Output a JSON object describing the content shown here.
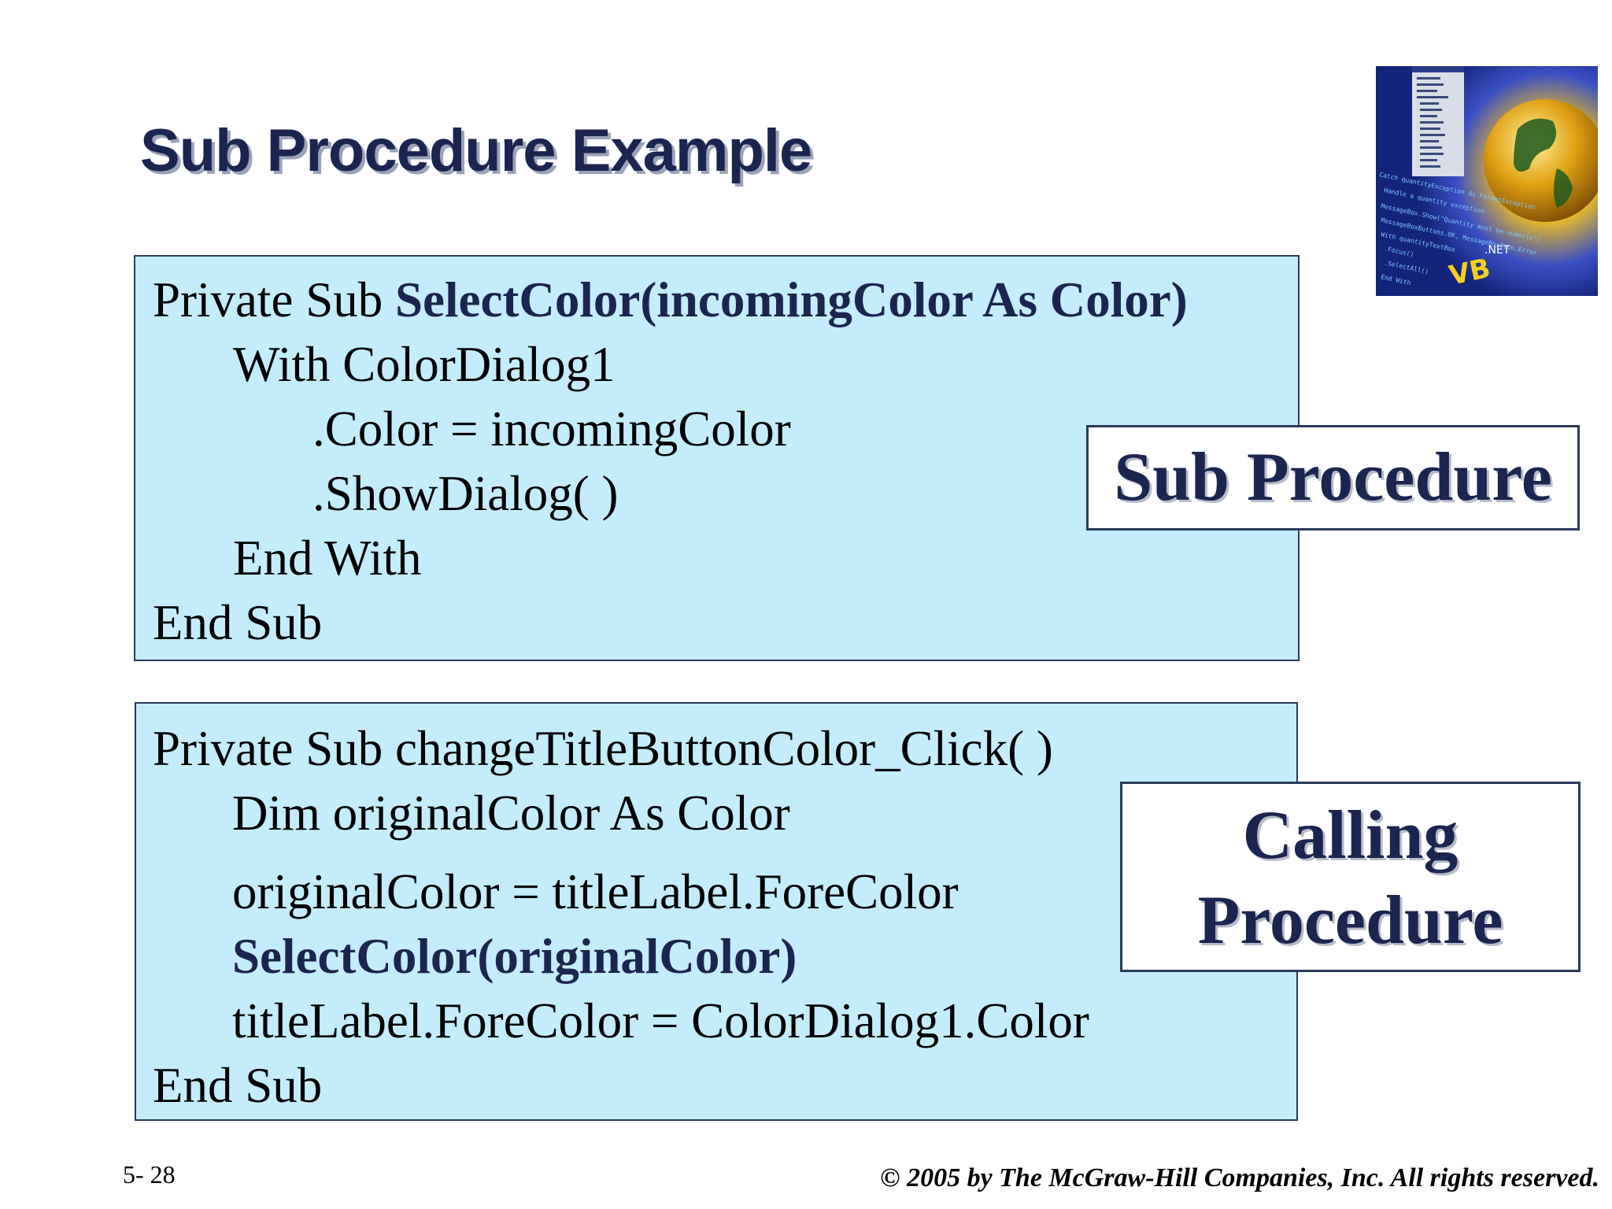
{
  "slide": {
    "title": "Sub Procedure Example",
    "slide_number": "5- 28",
    "copyright": "© 2005 by The McGraw-Hill Companies, Inc. All rights reserved."
  },
  "sub_procedure_code": {
    "line1_plain": "Private Sub ",
    "line1_bold": "SelectColor(incomingColor As Color)",
    "line2": "With ColorDialog1",
    "line3": ".Color = incomingColor",
    "line4": ".ShowDialog( )",
    "line5": "End With",
    "line6": "End Sub"
  },
  "calling_procedure_code": {
    "line1": "Private Sub changeTitleButtonColor_Click( )",
    "line2": "Dim originalColor As Color",
    "line3": "originalColor = titleLabel.ForeColor",
    "line4_bold": "SelectColor(originalColor)",
    "line5": "titleLabel.ForeColor = ColorDialog1.Color",
    "line6": "End Sub"
  },
  "callouts": {
    "sub_procedure": "Sub Procedure",
    "calling_line1": "Calling",
    "calling_line2": "Procedure"
  },
  "logo": {
    "code_lines": [
      "Catch quantityException As FormatException",
      "Handle a quantity exception",
      "MessageBox.Show(\"Quantity must be numeric\")",
      "MessageBoxButtons.OK, MessageBoxIcon.Error",
      "With quantityTextBox",
      ".Focus()",
      ".SelectAll()",
      "End With"
    ],
    "badge": ".NET",
    "vb": "VB"
  }
}
